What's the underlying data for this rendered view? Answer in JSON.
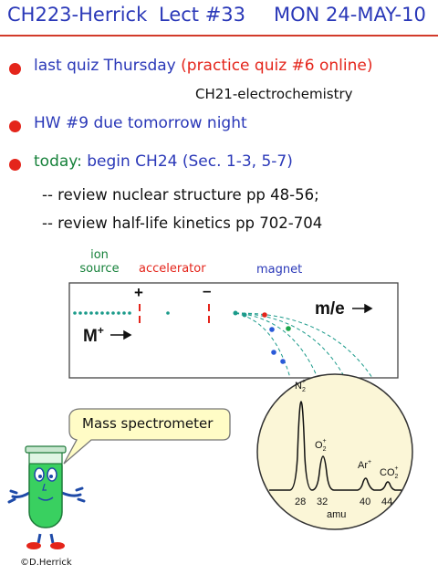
{
  "header": {
    "course": "CH223-Herrick",
    "lecture": "Lect #33",
    "date": "MON 24-MAY-10"
  },
  "bullets": {
    "quiz": {
      "text": "last quiz Thursday",
      "note": "(practice quiz #6 online)",
      "subtopic": "CH21-electrochemistry"
    },
    "hw": {
      "text": "HW #9 due tomorrow night"
    },
    "today": {
      "label": "today:",
      "text": "begin CH24 (Sec. 1-3, 5-7)"
    }
  },
  "reviews": [
    "-- review nuclear structure pp 48-56;",
    "-- review half-life kinetics pp 702-704"
  ],
  "diagram": {
    "ion_source_line1": "ion",
    "ion_source_line2": "source",
    "accelerator": "accelerator",
    "magnet": "magnet",
    "plus": "+",
    "minus": "–",
    "me_label": "m/e",
    "ion_label": "M",
    "ion_sup": "+"
  },
  "spectrum": {
    "peaks": [
      {
        "base": "N",
        "sub": "2",
        "sup": "+"
      },
      {
        "base": "O",
        "sub": "2",
        "sup": "+"
      },
      {
        "base": "Ar",
        "sub": "",
        "sup": "+"
      },
      {
        "base": "CO",
        "sub": "2",
        "sup": "+"
      }
    ],
    "ticks": [
      "28",
      "32",
      "40",
      "44"
    ],
    "unit": "amu"
  },
  "bubble": {
    "text": "Mass spectrometer"
  },
  "credit": "©D.Herrick",
  "colors": {
    "title": "#2a38b8",
    "accent": "#e4251b",
    "green": "#16813a"
  }
}
